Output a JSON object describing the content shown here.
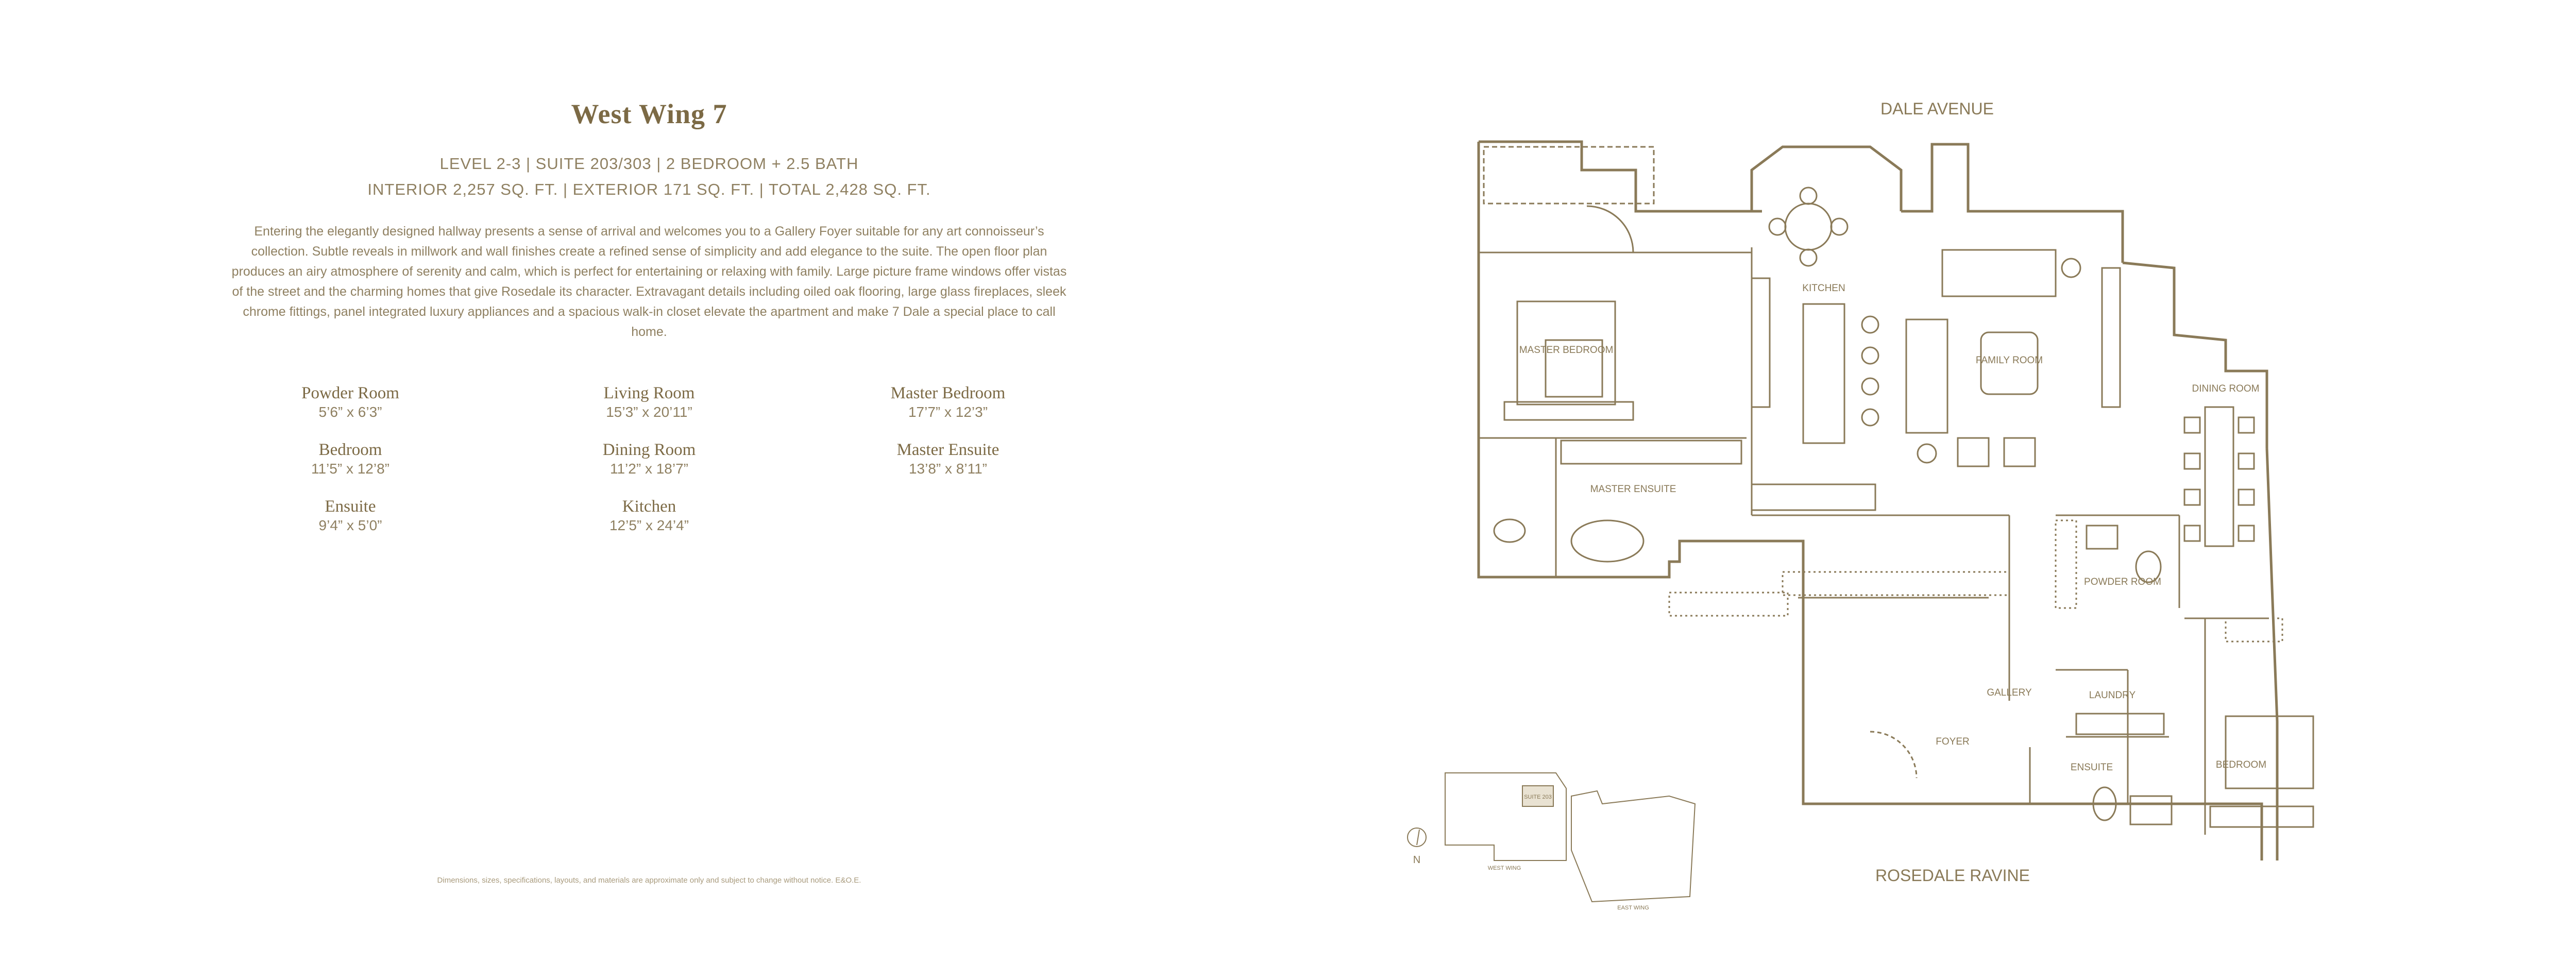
{
  "header": {
    "title": "West Wing 7",
    "meta_line1": "LEVEL 2-3   |   SUITE 203/303   |   2 BEDROOM + 2.5 BATH",
    "meta_line2": "INTERIOR 2,257 SQ. FT.   |   EXTERIOR 171 SQ. FT.   |   TOTAL 2,428 SQ. FT."
  },
  "description": "Entering the elegantly designed hallway presents a sense of arrival and welcomes you to a Gallery Foyer suitable for any art connoisseur’s collection. Subtle reveals in millwork and wall finishes create a refined sense of simplicity and add elegance to the suite. The open floor plan produces an airy atmosphere of serenity and calm, which is perfect for entertaining or relaxing with family. Large picture frame windows offer vistas of the street and the charming homes that give Rosedale its character. Extravagant details including oiled oak flooring, large glass fireplaces, sleek chrome fittings, panel integrated luxury appliances and a spacious walk-in closet elevate the apartment and make 7 Dale a special place to call home.",
  "rooms": [
    {
      "name": "Powder Room",
      "dims": "5’6” x 6’3”"
    },
    {
      "name": "Living Room",
      "dims": "15’3” x 20’11”"
    },
    {
      "name": "Master Bedroom",
      "dims": "17’7” x 12’3”"
    },
    {
      "name": "Bedroom",
      "dims": "11’5” x 12’8”"
    },
    {
      "name": "Dining Room",
      "dims": "11’2” x 18’7”"
    },
    {
      "name": "Master Ensuite",
      "dims": "13’8” x 8’11”"
    },
    {
      "name": "Ensuite",
      "dims": "9’4” x 5’0”"
    },
    {
      "name": "Kitchen",
      "dims": "12’5” x 24’4”"
    }
  ],
  "disclaimer": "Dimensions, sizes, specifications, layouts, and materials are approximate only and subject to change without notice. E&O.E.",
  "plan": {
    "street_top": "DALE AVENUE",
    "street_bottom": "ROSEDALE RAVINE",
    "labels": {
      "kitchen": "KITCHEN",
      "family_room": "FAMILY ROOM",
      "master_bedroom": "MASTER BEDROOM",
      "master_ensuite": "MASTER ENSUITE",
      "dining_room": "DINING ROOM",
      "powder_room": "POWDER ROOM",
      "gallery": "GALLERY",
      "foyer": "FOYER",
      "laundry": "LAUNDRY",
      "ensuite": "ENSUITE",
      "bedroom": "BEDROOM"
    },
    "key_plan": {
      "north": "N",
      "west_wing": "WEST WING",
      "east_wing": "EAST WING",
      "suite": "SUITE 203"
    }
  },
  "colors": {
    "text": "#8a7a58",
    "title": "#7c6a45",
    "line": "#8a7a58"
  }
}
